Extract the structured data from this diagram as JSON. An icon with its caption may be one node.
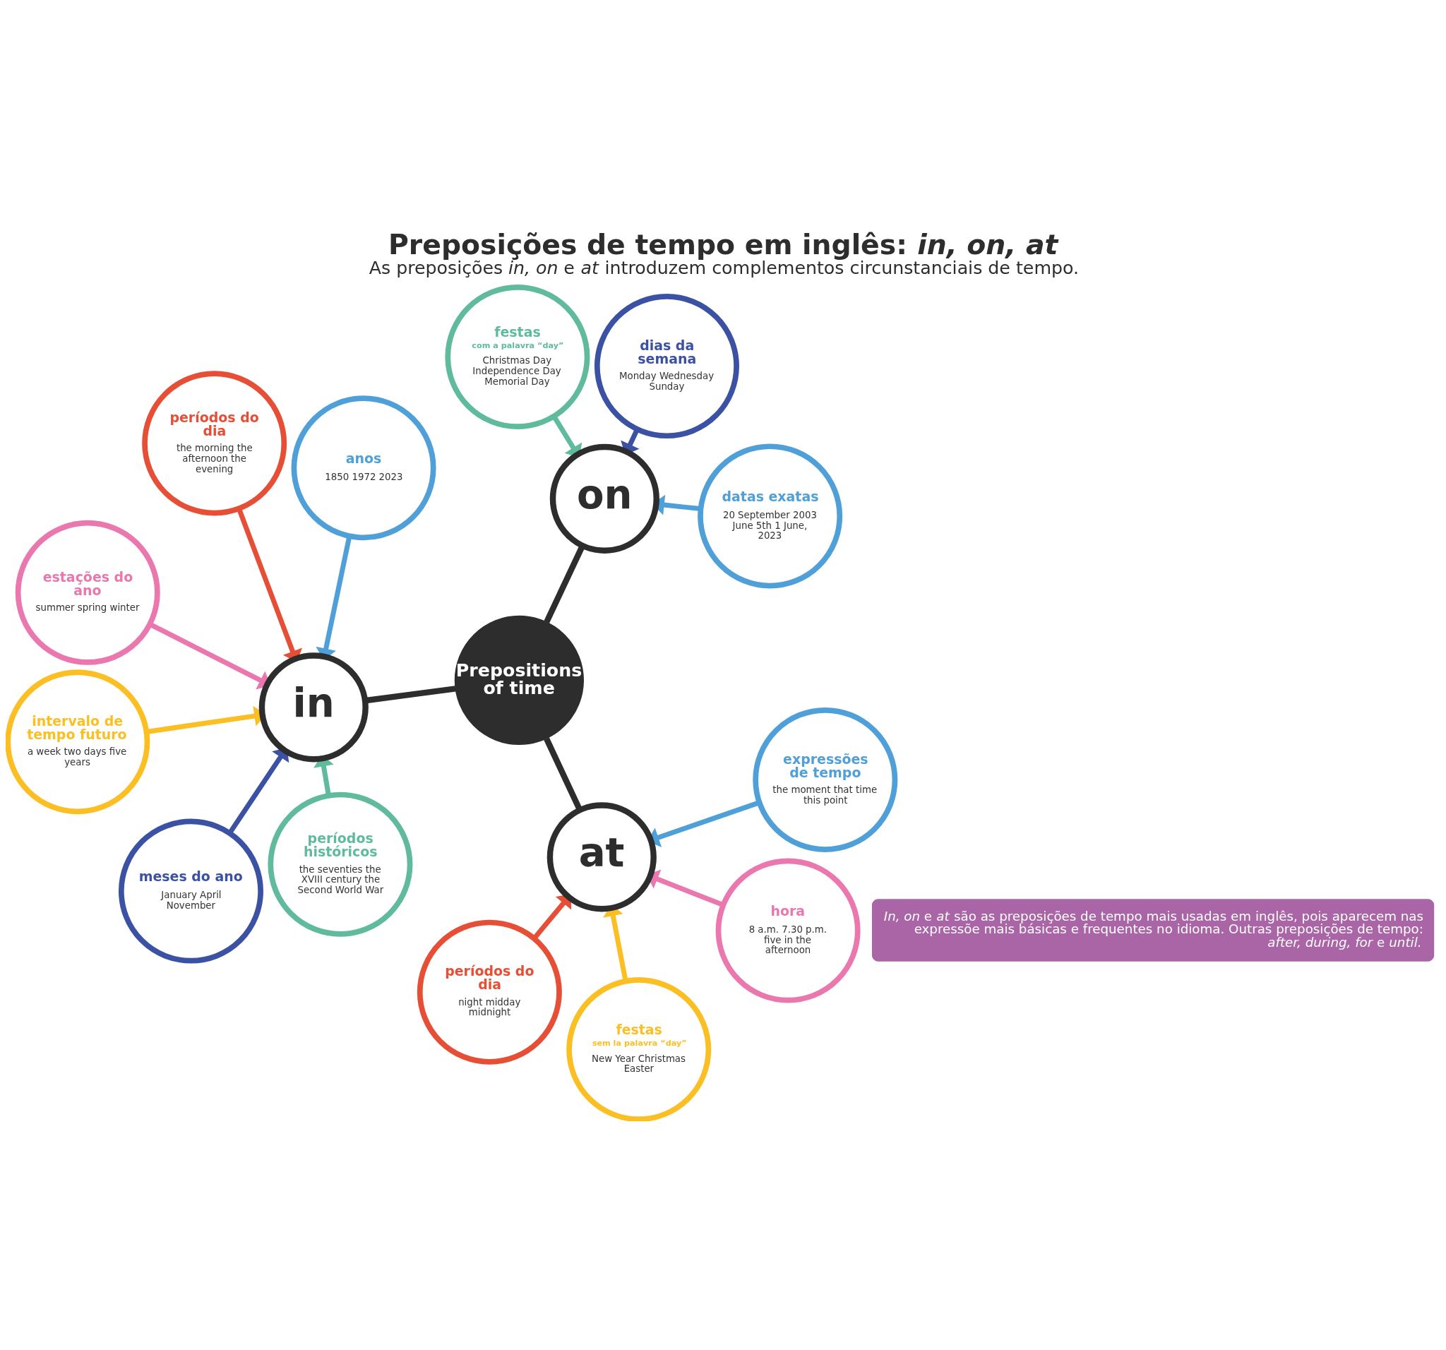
{
  "diagram": {
    "title": "Preposições de tempo em inglês: *in, on, at*",
    "caption": "As preposições *in, on* e *at* introduzem complementos circunstanciais de tempo.",
    "nodes": [
      {
        "text": [
          "Prepositions of time"
        ]
      },
      {
        "text": [
          "in"
        ]
      },
      {
        "text": [
          "on"
        ]
      },
      {
        "text": [
          "at"
        ]
      },
      {
        "text": [
          "meses do ano",
          "January April November"
        ]
      },
      {
        "text": [
          "períodos históricos",
          "the seventies the XVIII century the Second World War"
        ]
      },
      {
        "text": [
          "anos",
          "1850 1972 2023"
        ]
      },
      {
        "text": [
          "intervalo de tempo futuro",
          "a week two days five years"
        ]
      },
      {
        "text": [
          "períodos do dia",
          "the morning the afternoon the evening"
        ]
      },
      {
        "text": [
          "estações do ano",
          "summer spring winter"
        ]
      },
      {
        "text": [
          "dias da semana",
          "Monday Wednesday Sunday"
        ]
      },
      {
        "text": [
          "datas exatas",
          "20 September 2003 June 5th 1 June, 2023"
        ]
      },
      {
        "text": [
          "festas",
          "com a palavra “day”",
          "Christmas Day Independence Day Memorial Day"
        ]
      },
      {
        "text": [
          "hora",
          "8 a.m. 7.30 p.m. five in the afternoon"
        ]
      },
      {
        "text": [
          "expressões de tempo",
          "the moment that time this point"
        ]
      },
      {
        "text": [
          "períodos do dia",
          "night midday midnight"
        ]
      },
      {
        "text": [
          "festas",
          "sem la palavra “day”",
          "New Year Christmas Easter"
        ]
      }
    ],
    "edges": [
      {
        "from": 0,
        "to": 1,
        "arrow": "none"
      },
      {
        "from": 0,
        "to": 2,
        "arrow": "none"
      },
      {
        "from": 0,
        "to": 3,
        "arrow": "none"
      },
      {
        "from": 4,
        "to": 1,
        "arrow": "to",
        "color": "#3b52a4"
      },
      {
        "from": 5,
        "to": 1,
        "arrow": "to",
        "color": "#5fbb9b"
      },
      {
        "from": 6,
        "to": 1,
        "arrow": "to",
        "color": "#4f9fd9"
      },
      {
        "from": 7,
        "to": 1,
        "arrow": "to",
        "color": "#fbbf24"
      },
      {
        "from": 8,
        "to": 1,
        "arrow": "to",
        "color": "#e64e35"
      },
      {
        "from": 9,
        "to": 1,
        "arrow": "to",
        "color": "#ea77ad"
      },
      {
        "from": 10,
        "to": 2,
        "arrow": "to",
        "color": "#3b52a4"
      },
      {
        "from": 11,
        "to": 2,
        "arrow": "to",
        "color": "#4f9fd9"
      },
      {
        "from": 12,
        "to": 2,
        "arrow": "to",
        "color": "#5fbb9b"
      },
      {
        "from": 13,
        "to": 3,
        "arrow": "to",
        "color": "#ea77ad"
      },
      {
        "from": 14,
        "to": 3,
        "arrow": "to",
        "color": "#4f9fd9"
      },
      {
        "from": 15,
        "to": 3,
        "arrow": "to",
        "color": "#e64e35"
      },
      {
        "from": 16,
        "to": 3,
        "arrow": "to",
        "color": "#fbbf24"
      }
    ],
    "labels": [
      "*In, on* e *at* são as preposições de tempo mais usadas em inglês, pois aparecem nas expressõe mais básicas e frequentes no idioma. Outras preposições de tempo: *after, during, for* e *until.*"
    ]
  }
}
